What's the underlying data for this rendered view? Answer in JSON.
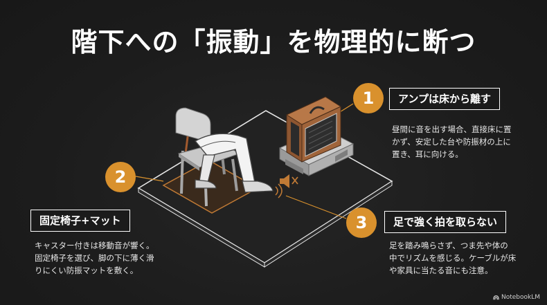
{
  "title": "階下への「振動」を物理的に断つ",
  "colors": {
    "accent": "#d9912d",
    "background": "#1b1b1b",
    "text": "#ffffff"
  },
  "points": [
    {
      "number": "1",
      "heading": "アンプは床から離す",
      "lines": [
        "昼間に音を出す場合、直接床に置",
        "かず、安定した台や防振材の上に",
        "置き、耳に向ける。"
      ]
    },
    {
      "number": "2",
      "heading": "固定椅子+マット",
      "lines": [
        "キャスター付きは移動音が響く。",
        "固定椅子を選び、脚の下に薄く滑",
        "りにくい防振マットを敷く。"
      ]
    },
    {
      "number": "3",
      "heading": "足で強く拍を取らない",
      "lines": [
        "足を踏み鳴らさず、つま先や体の",
        "中でリズムを感じる。ケーブルが床",
        "や家具に当たる音にも注意。"
      ]
    }
  ],
  "brand": "NotebookLM"
}
